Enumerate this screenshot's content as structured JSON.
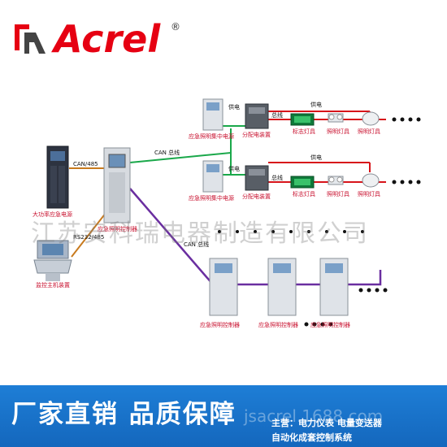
{
  "brand": {
    "name": "Acrel",
    "mark": "®"
  },
  "labels": {
    "can_rs485": "CAN/485",
    "rs232_485": "RS232/485",
    "can_bus_top": "CAN 总线",
    "can_bus_bottom": "CAN 总线",
    "ups": "大功率应急电源",
    "monitor": "监控主机装置",
    "controller": "应急照明控制器",
    "power_top": "应急照明集中电源",
    "power_mid": "应急照明集中电源",
    "dist_top": "分配电装置",
    "dist_mid": "分配电装置",
    "supply_a": "供电",
    "supply_b": "供电",
    "supply_c": "供电",
    "supply_d": "供电",
    "signal_a": "总线",
    "signal_b": "总线",
    "exit_top": "标志灯具",
    "exit_mid": "标志灯具",
    "lamp_top": "照明灯具",
    "lamp_mid": "照明灯具",
    "bulkhead_top": "照明灯具",
    "bulkhead_mid": "照明灯具",
    "ctrl_1": "应急照明控制器",
    "ctrl_2": "应急照明控制器",
    "ctrl_3": "应急照明控制器"
  },
  "watermark": "江苏安科瑞电器制造有限公司",
  "banner": {
    "slogan": "厂家直销 品质保障",
    "tagline_1": "主营：电力仪表 电量变送器",
    "tagline_2": "自动化成套控制系统",
    "url": "jsacrel.1688.com"
  },
  "colors": {
    "brand_red": "#e60012",
    "can_green": "#1aa84a",
    "power_red": "#d7141a",
    "rs_orange": "#c87a1e",
    "purple_bus": "#6a2ea0",
    "banner_blue": "#1b74cf"
  }
}
